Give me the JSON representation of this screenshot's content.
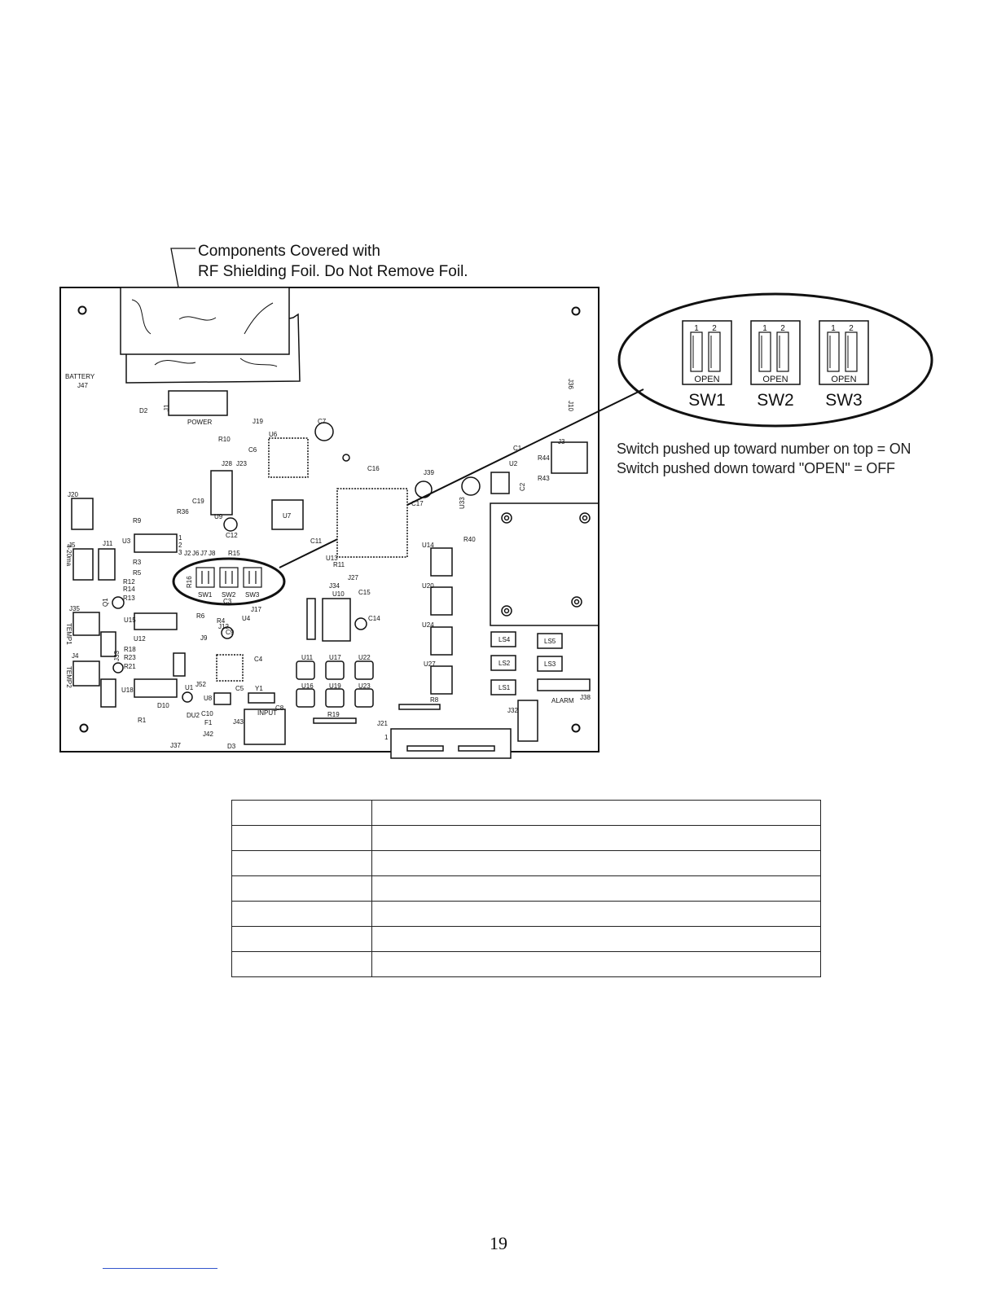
{
  "callout": {
    "line1": "Components Covered with",
    "line2": "RF Shielding Foil. Do Not Remove Foil."
  },
  "zoom": {
    "switches": [
      {
        "name": "SW1",
        "pos1": "1",
        "pos2": "2",
        "open": "OPEN"
      },
      {
        "name": "SW2",
        "pos1": "1",
        "pos2": "2",
        "open": "OPEN"
      },
      {
        "name": "SW3",
        "pos1": "1",
        "pos2": "2",
        "open": "OPEN"
      }
    ]
  },
  "note": {
    "line1": "Switch pushed up toward number on top = ON",
    "line2": "Switch pushed down toward \"OPEN\" = OFF"
  },
  "board": {
    "labels": {
      "battery": "BATTERY",
      "j47": "J47",
      "d2": "D2",
      "power": "POWER",
      "j1": "J1",
      "r10": "R10",
      "j23": "J23",
      "j28": "J28",
      "c6": "C6",
      "j19": "J19",
      "u6": "U6",
      "c7": "C7",
      "c16": "C16",
      "j39": "J39",
      "c1": "C1",
      "u2": "U2",
      "j3": "J3",
      "r44": "R44",
      "r43": "R43",
      "c2": "C2",
      "c17": "C17",
      "u33": "U33",
      "j20": "J20",
      "r9": "R9",
      "r36": "R36",
      "c19": "C19",
      "u9": "U9",
      "c12": "C12",
      "u7": "U7",
      "c11": "C11",
      "ma": "4-20ma",
      "u3": "U3",
      "j2": "J2",
      "j6": "J6",
      "j7": "J7",
      "j8": "J8",
      "j5": "J5",
      "j11": "J11",
      "r3": "R3",
      "r5": "R5",
      "r15": "R15",
      "r12": "R12",
      "r14": "R14",
      "r13": "R13",
      "sw1": "SW1",
      "sw2": "SW2",
      "sw3": "SW3",
      "q1": "Q1",
      "c3": "C3",
      "r16": "R16",
      "u13": "U13",
      "r11": "R11",
      "j27": "J27",
      "j34": "J34",
      "u10": "U10",
      "c15": "C15",
      "c14": "C14",
      "j17": "J17",
      "u14": "U14",
      "r40": "R40",
      "u20": "U20",
      "u24": "U24",
      "u27": "U27",
      "r8": "R8",
      "j35": "J35",
      "temp1": "TEMP1",
      "u15": "U15",
      "r6": "R6",
      "r4": "R4",
      "j12": "J12",
      "c9": "C9",
      "u4": "U4",
      "j9": "J9",
      "u12": "U12",
      "r18": "R18",
      "r23": "R23",
      "r21": "R21",
      "j33": "J33",
      "j4": "J4",
      "temp2": "TEMP2",
      "c4": "C4",
      "u11": "U11",
      "u17": "U17",
      "u22": "U22",
      "u16": "U16",
      "u19": "U19",
      "u23": "U23",
      "u18": "U18",
      "u1": "U1",
      "j52": "J52",
      "u8": "U8",
      "c5": "C5",
      "y1": "Y1",
      "c8": "C8",
      "d10": "D10",
      "r1": "R1",
      "du2": "DU2",
      "c10": "C10",
      "f1": "F1",
      "j43": "J43",
      "input": "INPUT",
      "r19": "R19",
      "j42": "J42",
      "d3": "D3",
      "j37": "J37",
      "j21": "J21",
      "one": "1",
      "j32": "J32",
      "ls4": "LS4",
      "ls5": "LS5",
      "ls2": "LS2",
      "ls3": "LS3",
      "ls1": "LS1",
      "alarm": "ALARM",
      "j38": "J38",
      "j36": "J36",
      "j10": "J10",
      "n1": "1",
      "n2": "2",
      "n3": "3"
    }
  },
  "table": {
    "rows": [
      [
        "",
        ""
      ],
      [
        "",
        ""
      ],
      [
        "",
        ""
      ],
      [
        "",
        ""
      ],
      [
        "",
        ""
      ],
      [
        "",
        ""
      ],
      [
        "",
        ""
      ]
    ]
  },
  "page_number": "19"
}
